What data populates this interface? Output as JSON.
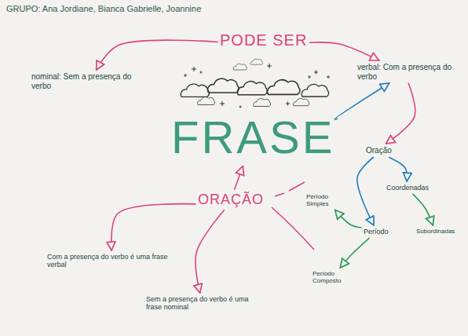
{
  "diagram": {
    "title": "GRUPO: Ana Jordiane, Bianca Gabrielle, Joannine",
    "nodes": [
      {
        "text": [
          "PODE SER"
        ]
      },
      {
        "text": [
          "nominal: Sem a presença do verbo"
        ]
      },
      {
        "text": [
          "verbal: Com a presença do verbo"
        ]
      },
      {
        "text": [
          "FRASE"
        ]
      },
      {
        "text": [
          "Oração"
        ]
      },
      {
        "text": [
          "Coordenadas"
        ]
      },
      {
        "text": [
          "Período Simples"
        ]
      },
      {
        "text": [
          "Período"
        ]
      },
      {
        "text": [
          "Subordinadas"
        ]
      },
      {
        "text": [
          "Período Composto"
        ]
      },
      {
        "text": [
          "ORAÇÃO"
        ]
      },
      {
        "text": [
          "Com a presença do verbo é uma frase verbal"
        ]
      },
      {
        "text": [
          "Sem a presença do verbo é uma frase nominal"
        ]
      }
    ],
    "edges": [
      {
        "from": 0,
        "to": 1,
        "arrow": "to"
      },
      {
        "from": 0,
        "to": 2,
        "arrow": "to"
      },
      {
        "from": 3,
        "to": 2,
        "arrow": "to"
      },
      {
        "from": 2,
        "to": 4,
        "arrow": "to"
      },
      {
        "from": 4,
        "to": 5,
        "arrow": "to"
      },
      {
        "from": 4,
        "to": 7,
        "arrow": "to"
      },
      {
        "from": 5,
        "to": 8,
        "arrow": "to"
      },
      {
        "from": 7,
        "to": 6,
        "arrow": "to"
      },
      {
        "from": 7,
        "to": 9,
        "arrow": "to"
      },
      {
        "from": 10,
        "to": 3,
        "arrow": "to"
      },
      {
        "from": 10,
        "to": 11,
        "arrow": "to"
      },
      {
        "from": 10,
        "to": 12,
        "arrow": "to"
      }
    ]
  }
}
